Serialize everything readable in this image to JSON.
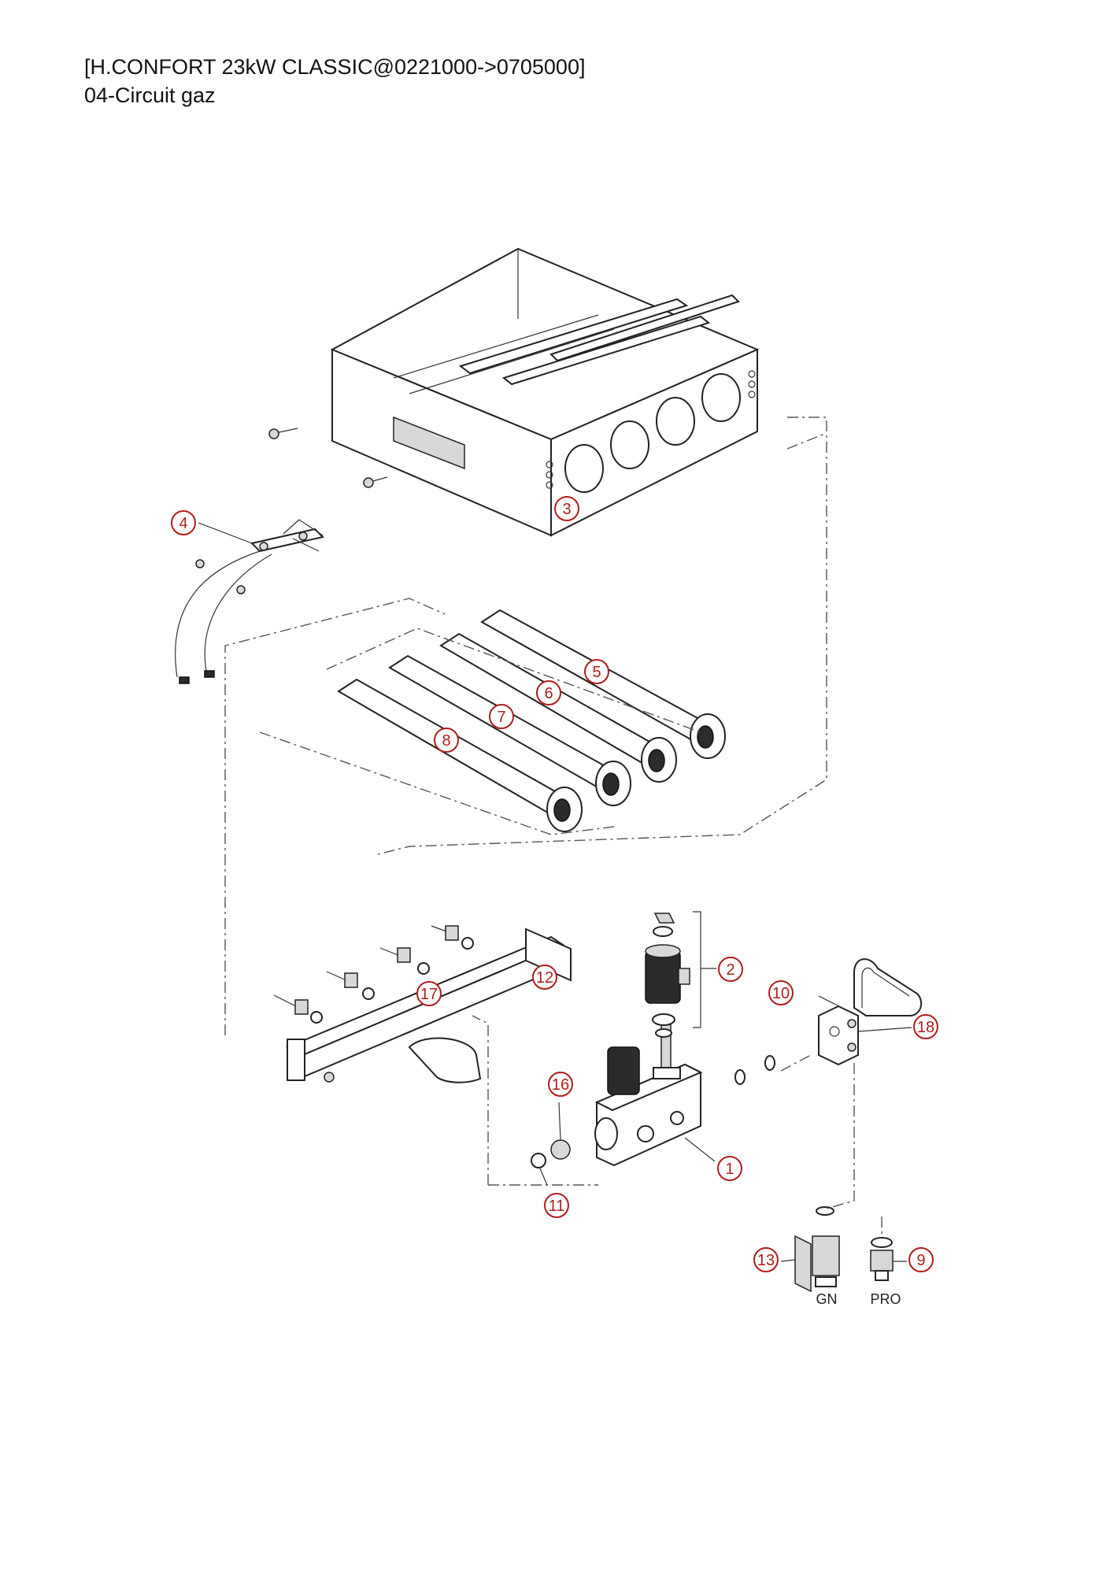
{
  "header": {
    "title": "[H.CONFORT 23kW CLASSIC@0221000->0705000]",
    "subtitle": "04-Circuit gaz"
  },
  "callouts": {
    "c1": "1",
    "c2": "2",
    "c3": "3",
    "c4": "4",
    "c5": "5",
    "c6": "6",
    "c7": "7",
    "c8": "8",
    "c9": "9",
    "c10": "10",
    "c11": "11",
    "c12": "12",
    "c13": "13",
    "c16": "16",
    "c17": "17",
    "c18": "18"
  },
  "variants": {
    "gn": "GN",
    "pro": "PRO"
  },
  "colors": {
    "callout": "#b11d1d",
    "line": "#222222"
  }
}
